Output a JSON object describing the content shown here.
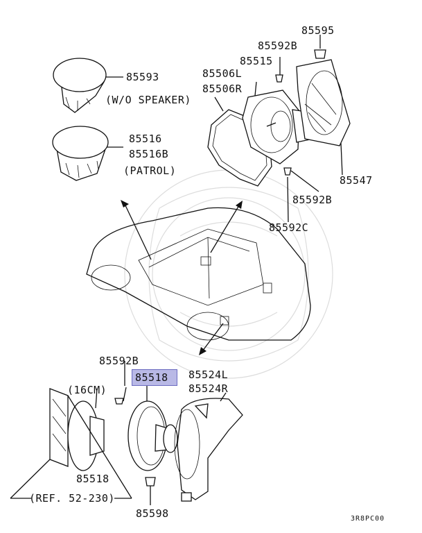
{
  "labels": {
    "p85595": "85595",
    "p85592b_top": "85592B",
    "p85515": "85515",
    "p85506l": "85506L",
    "p85506r": "85506R",
    "p85593": "85593",
    "wo_speaker": "(W/O SPEAKER)",
    "p85516": "85516",
    "p85516b": "85516B",
    "patrol": "(PATROL)",
    "p85547": "85547",
    "p85592b_mid": "85592B",
    "p85592c": "85592C",
    "p85592b_low": "85592B",
    "p85518_highlight": "85518",
    "p85524l": "85524L",
    "p85524r": "85524R",
    "cm16": "(16CM)",
    "p85518": "85518",
    "p85598": "85598",
    "ref": "(REF. 52-230)",
    "code": "3R8PC00"
  },
  "colors": {
    "highlight": "#b9b9e6",
    "line": "#111111"
  }
}
